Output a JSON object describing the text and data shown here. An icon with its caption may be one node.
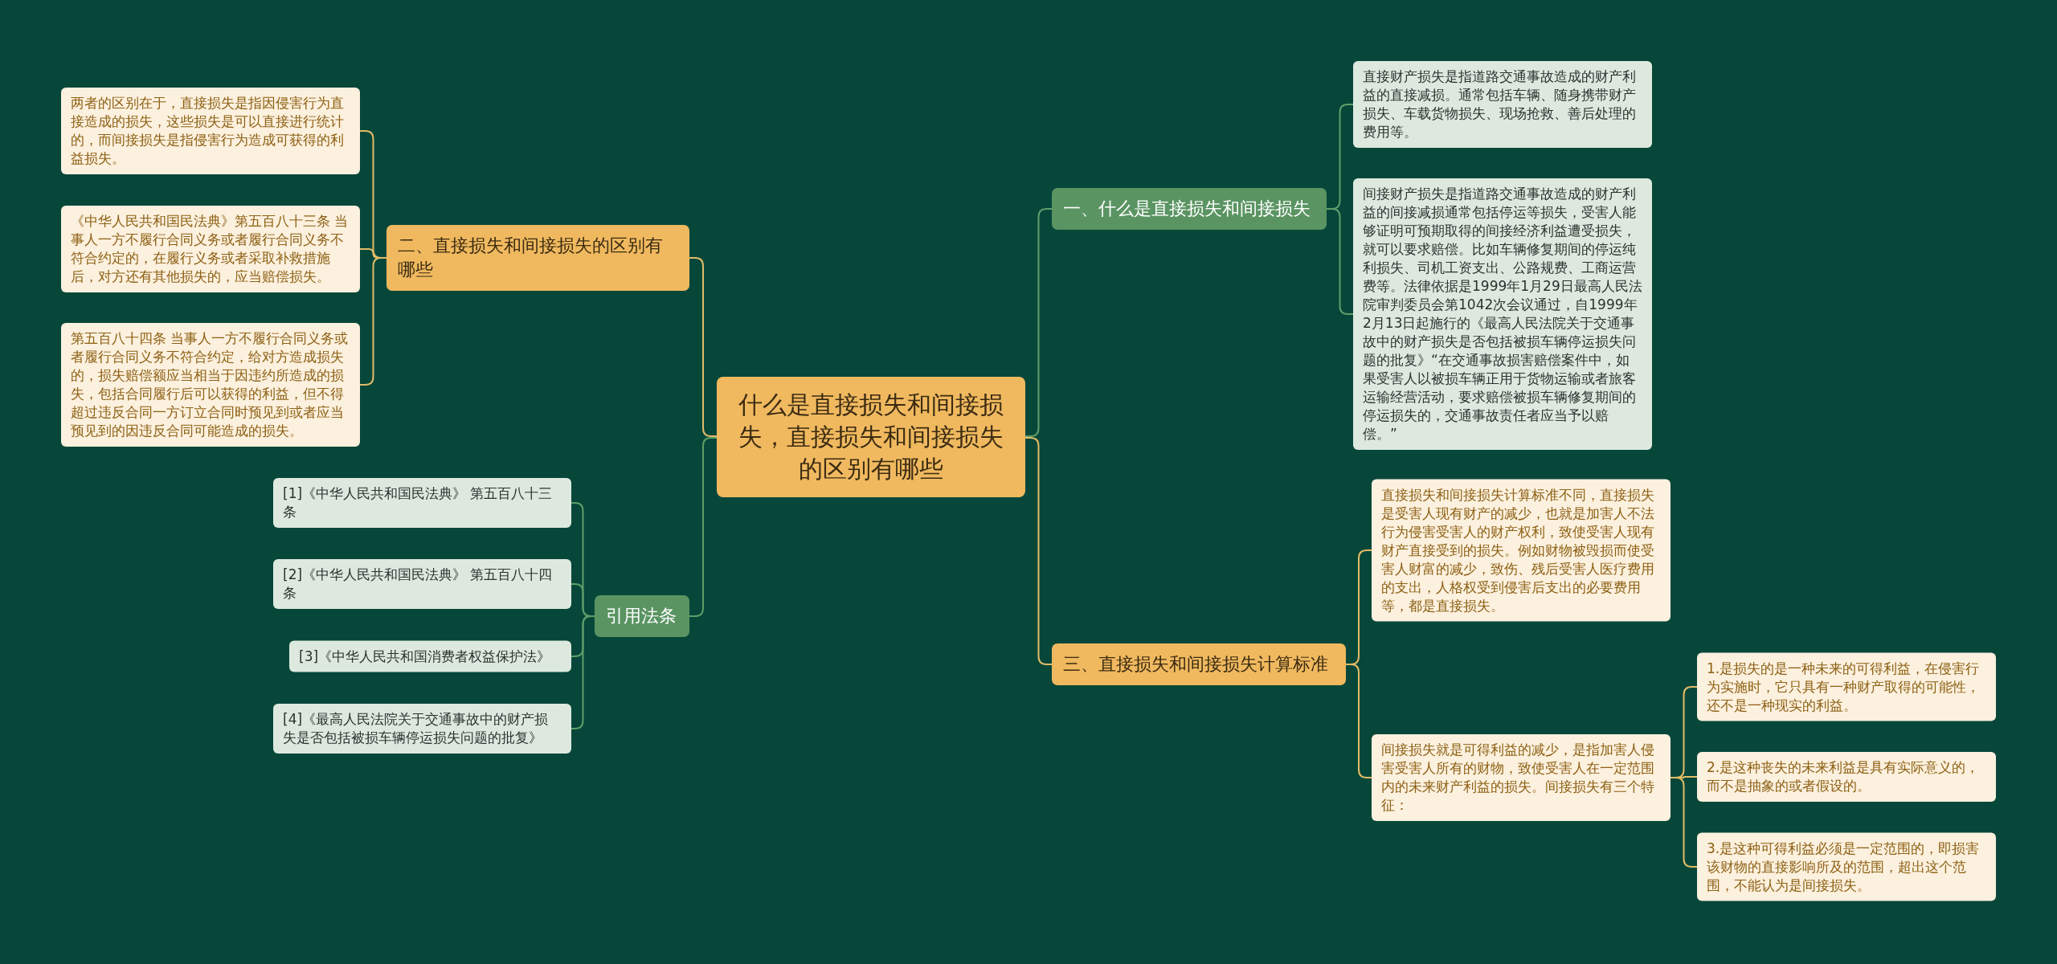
{
  "diagram": {
    "nodes": [
      {
        "text": [
          "什么是直接损失和间接损失，直接损失和间接损失的区别有哪些"
        ]
      },
      {
        "text": [
          "一、什么是直接损失和间接损失"
        ]
      },
      {
        "text": [
          "直接财产损失是指道路交通事故造成的财产利益的直接减损。通常包括车辆、随身携带财产损失、车载货物损失、现场抢救、善后处理的费用等。"
        ]
      },
      {
        "text": [
          "间接财产损失是指道路交通事故造成的财产利益的间接减损通常包括停运等损失，受害人能够证明可预期取得的间接经济利益遭受损失，就可以要求赔偿。比如车辆修复期间的停运纯利损失、司机工资支出、公路规费、工商运营费等。法律依据是1999年1月29日最高人民法院审判委员会第1042次会议通过，自1999年2月13日起施行的《最高人民法院关于交通事故中的财产损失是否包括被损车辆停运损失问题的批复》“在交通事故损害赔偿案件中，如果受害人以被损车辆正用于货物运输或者旅客运输经营活动，要求赔偿被损车辆修复期间的停运损失的，交通事故责任者应当予以赔偿。”"
        ]
      },
      {
        "text": [
          "三、直接损失和间接损失计算标准"
        ]
      },
      {
        "text": [
          "直接损失和间接损失计算标准不同，直接损失是受害人现有财产的减少，也就是加害人不法行为侵害受害人的财产权利，致使受害人现有财产直接受到的损失。例如财物被毁损而使受害人财富的减少，致伤、残后受害人医疗费用的支出，人格权受到侵害后支出的必要费用等，都是直接损失。"
        ]
      },
      {
        "text": [
          "间接损失就是可得利益的减少，是指加害人侵害受害人所有的财物，致使受害人在一定范围内的未来财产利益的损失。间接损失有三个特征："
        ]
      },
      {
        "text": [
          "1.是损失的是一种未来的可得利益，在侵害行为实施时，它只具有一种财产取得的可能性，还不是一种现实的利益。"
        ]
      },
      {
        "text": [
          "2.是这种丧失的未来利益是具有实际意义的，而不是抽象的或者假设的。"
        ]
      },
      {
        "text": [
          "3.是这种可得利益必须是一定范围的，即损害该财物的直接影响所及的范围，超出这个范围，不能认为是间接损失。"
        ]
      },
      {
        "text": [
          "二、直接损失和间接损失的区别有哪些"
        ]
      },
      {
        "text": [
          "两者的区别在于，直接损失是指因侵害行为直接造成的损失，这些损失是可以直接进行统计的，而间接损失是指侵害行为造成可获得的利益损失。"
        ]
      },
      {
        "text": [
          "《中华人民共和国民法典》第五百八十三条 当事人一方不履行合同义务或者履行合同义务不符合约定的，在履行义务或者采取补救措施后，对方还有其他损失的，应当赔偿损失。"
        ]
      },
      {
        "text": [
          "第五百八十四条 当事人一方不履行合同义务或者履行合同义务不符合约定，给对方造成损失的，损失赔偿额应当相当于因违约所造成的损失，包括合同履行后可以获得的利益，但不得超过违反合同一方订立合同时预见到或者应当预见到的因违反合同可能造成的损失。"
        ]
      },
      {
        "text": [
          "引用法条"
        ]
      },
      {
        "text": [
          "[1]《中华人民共和国民法典》 第五百八十三条"
        ]
      },
      {
        "text": [
          "[2]《中华人民共和国民法典》 第五百八十四条"
        ]
      },
      {
        "text": [
          "[3]《中华人民共和国消费者权益保护法》"
        ]
      },
      {
        "text": [
          "[4]《最高人民法院关于交通事故中的财产损失是否包括被损车辆停运损失问题的批复》"
        ]
      }
    ],
    "edges": [
      {
        "from": 0,
        "to": 1,
        "arrow": "none",
        "color": "#5f9e68"
      },
      {
        "from": 1,
        "to": 2,
        "arrow": "none",
        "color": "#5f9e68"
      },
      {
        "from": 1,
        "to": 3,
        "arrow": "none",
        "color": "#5f9e68"
      },
      {
        "from": 0,
        "to": 4,
        "arrow": "none"
      },
      {
        "from": 4,
        "to": 5,
        "arrow": "none"
      },
      {
        "from": 4,
        "to": 6,
        "arrow": "none"
      },
      {
        "from": 6,
        "to": 7,
        "arrow": "none"
      },
      {
        "from": 6,
        "to": 8,
        "arrow": "none"
      },
      {
        "from": 6,
        "to": 9,
        "arrow": "none"
      },
      {
        "from": 0,
        "to": 10,
        "arrow": "none"
      },
      {
        "from": 10,
        "to": 11,
        "arrow": "none"
      },
      {
        "from": 10,
        "to": 12,
        "arrow": "none"
      },
      {
        "from": 10,
        "to": 13,
        "arrow": "none"
      },
      {
        "from": 0,
        "to": 14,
        "arrow": "none",
        "color": "#5f9e68"
      },
      {
        "from": 14,
        "to": 15,
        "arrow": "none",
        "color": "#5f9e68"
      },
      {
        "from": 14,
        "to": 16,
        "arrow": "none",
        "color": "#5f9e68"
      },
      {
        "from": 14,
        "to": 17,
        "arrow": "none",
        "color": "#5f9e68"
      },
      {
        "from": 14,
        "to": 18,
        "arrow": "none",
        "color": "#5f9e68"
      }
    ]
  }
}
